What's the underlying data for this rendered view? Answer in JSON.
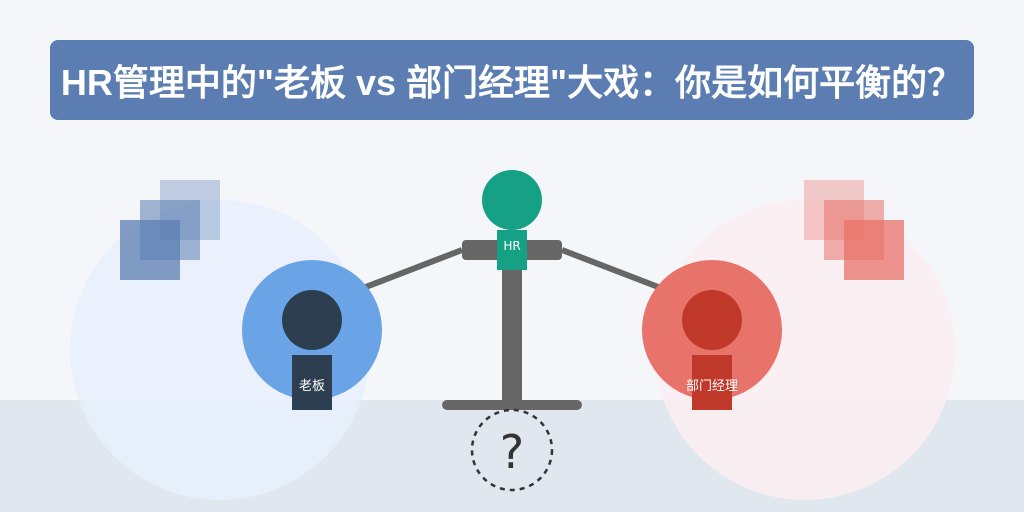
{
  "banner": {
    "title": "HR管理中的\"老板 vs 部门经理\"大戏：你是如何平衡的？"
  },
  "figures": {
    "hr": {
      "label": "HR",
      "head_color": "#16a085",
      "body_color": "#16a085"
    },
    "boss": {
      "label": "老板",
      "head_color": "#2c3e50",
      "body_color": "#2c3e50",
      "halo_color": "#6aa3e6"
    },
    "manager": {
      "label": "部门经理",
      "head_color": "#c0392b",
      "body_color": "#c0392b",
      "halo_color": "#e8736a"
    }
  },
  "balance": {
    "marker": "?"
  },
  "colors": {
    "blue_papers": "#5b7db1",
    "red_papers": "#e8736a",
    "scale": "#666666"
  }
}
